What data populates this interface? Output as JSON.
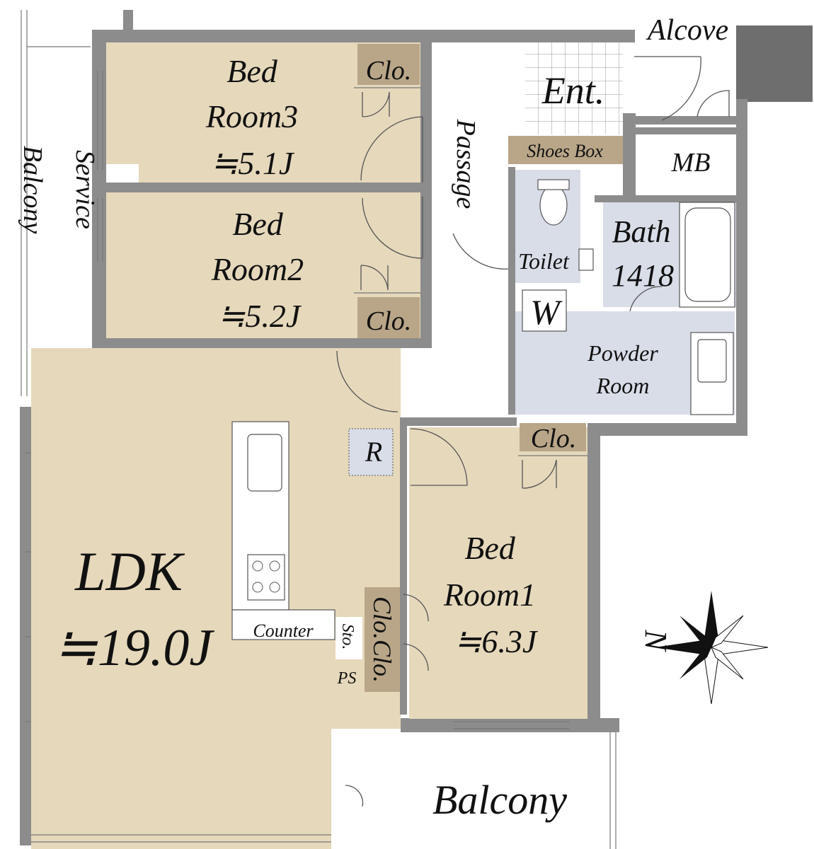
{
  "plan": {
    "rooms": {
      "bedroom3": {
        "line1": "Bed",
        "line2": "Room3",
        "area": "≒5.1J"
      },
      "bedroom2": {
        "line1": "Bed",
        "line2": "Room2",
        "area": "≒5.2J"
      },
      "bedroom1": {
        "line1": "Bed",
        "line2": "Room1",
        "area": "≒6.3J"
      },
      "ldk": {
        "name": "LDK",
        "area": "≒19.0J"
      },
      "bath": {
        "name": "Bath",
        "size": "1418"
      },
      "powder_room": {
        "line1": "Powder",
        "line2": "Room"
      },
      "toilet": "Toilet",
      "entrance": "Ent.",
      "alcove": "Alcove",
      "passage": "Passage",
      "service_balcony": {
        "line1": "Service",
        "line2": "Balcony"
      },
      "balcony": "Balcony"
    },
    "fixtures": {
      "closet": "Clo.",
      "shoes_box": "Shoes Box",
      "meter_box": "MB",
      "washer": "W",
      "refrigerator": "R",
      "counter": "Counter",
      "storage": "Sto.",
      "pipe_space": "PS",
      "double_closet": "Clo.Clo."
    },
    "compass": {
      "north": "N"
    }
  },
  "colors": {
    "wall": "#8c8c8c",
    "bedroom_floor": "#e6d8bb",
    "wet_area": "#d9dde8",
    "closet": "#b9a688",
    "entrance_tile": "#ffffff"
  }
}
